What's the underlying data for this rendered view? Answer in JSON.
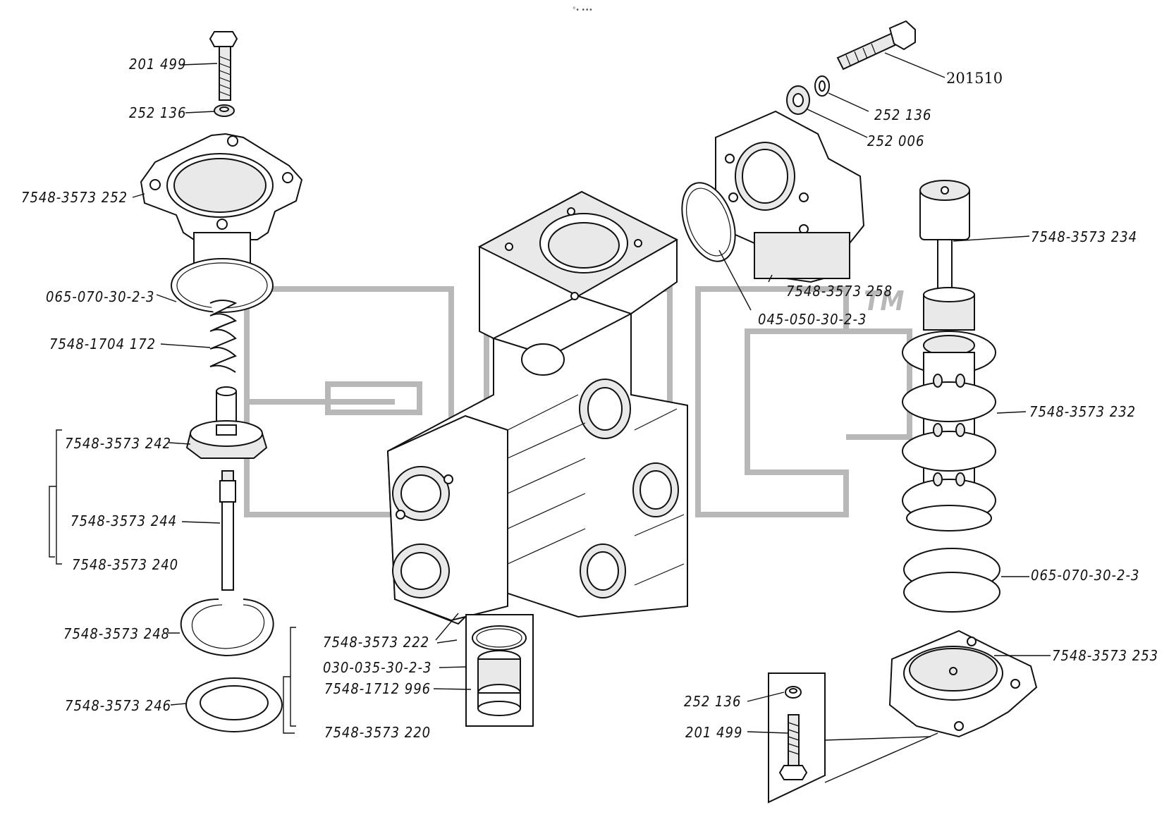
{
  "header": {
    "mark": "°• •••"
  },
  "watermark": {
    "text": "эпсб",
    "tm": "TM",
    "color": "#b8b8b8"
  },
  "labels": {
    "l1": "201 499",
    "l2": "252 136",
    "l3": "7548-3573 252",
    "l4": "065-070-30-2-3",
    "l5": "7548-1704 172",
    "l6": "7548-3573 242",
    "l7": "7548-3573 244",
    "l8": "7548-3573 240",
    "l9": "7548-3573 248",
    "l10": "7548-3573 246",
    "l11": "7548-3573 222",
    "l12": "030-035-30-2-3",
    "l13": "7548-1712 996",
    "l14": "7548-3573 220",
    "l15": "201510",
    "l16": "252 136",
    "l17": "252 006",
    "l18": "7548-3573 258",
    "l19": "045-050-30-2-3",
    "l20": "7548-3573 234",
    "l21": "7548-3573 232",
    "l22": "065-070-30-2-3",
    "l23": "7548-3573 253",
    "l24": "252 136",
    "l25": "201 499"
  }
}
